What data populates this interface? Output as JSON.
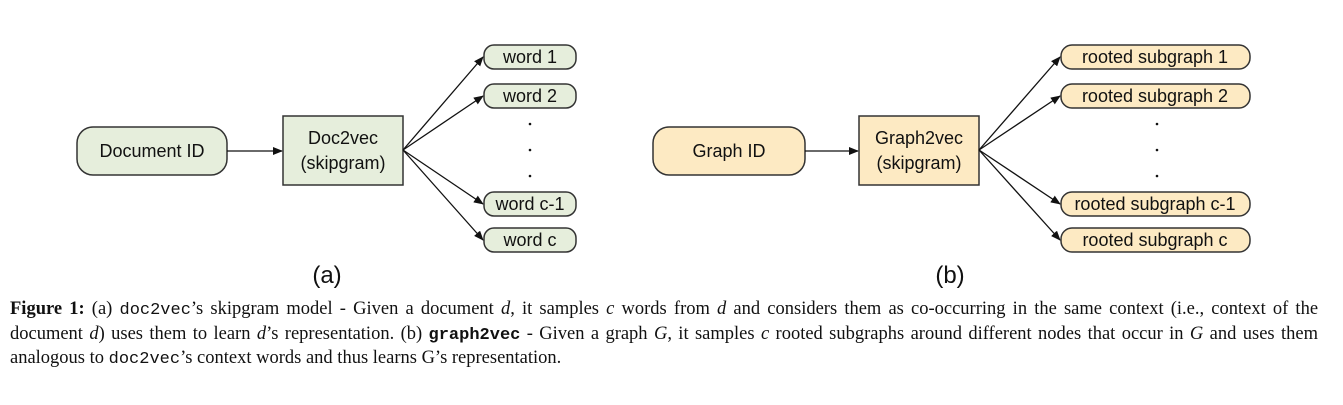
{
  "colors": {
    "green_fill": "#e6eedc",
    "yellow_fill": "#fdeac3",
    "stroke": "#333333"
  },
  "panel_a": {
    "input_label": "Document ID",
    "model_line1": "Doc2vec",
    "model_line2": "(skipgram)",
    "outputs": [
      "word 1",
      "word 2",
      "word c-1",
      "word c"
    ],
    "panel_label": "(a)"
  },
  "panel_b": {
    "input_label": "Graph ID",
    "model_line1": "Graph2vec",
    "model_line2": "(skipgram)",
    "outputs": [
      "rooted subgraph 1",
      "rooted subgraph 2",
      "rooted subgraph c-1",
      "rooted subgraph c"
    ],
    "panel_label": "(b)"
  },
  "caption": {
    "figure_label": "Figure 1:",
    "p_a": "(a)",
    "doc2vec": "doc2vec",
    "t1": "’s skipgram model - Given a document ",
    "d": "d",
    "t2": ", it samples ",
    "c": "c",
    "t3": " words from ",
    "t4": " and considers them as co-occurring in the same context (i.e., context of the document ",
    "t5": ") uses them to learn ",
    "t6": "’s representation.  (b) ",
    "graph2vec": "graph2vec",
    "t7": " - Given a graph ",
    "G": "G",
    "t8": ", it samples ",
    "t9": " rooted subgraphs around different nodes that occur in ",
    "t10": " and uses them analogous to ",
    "t11": "’s context words and thus learns G’s representation."
  }
}
